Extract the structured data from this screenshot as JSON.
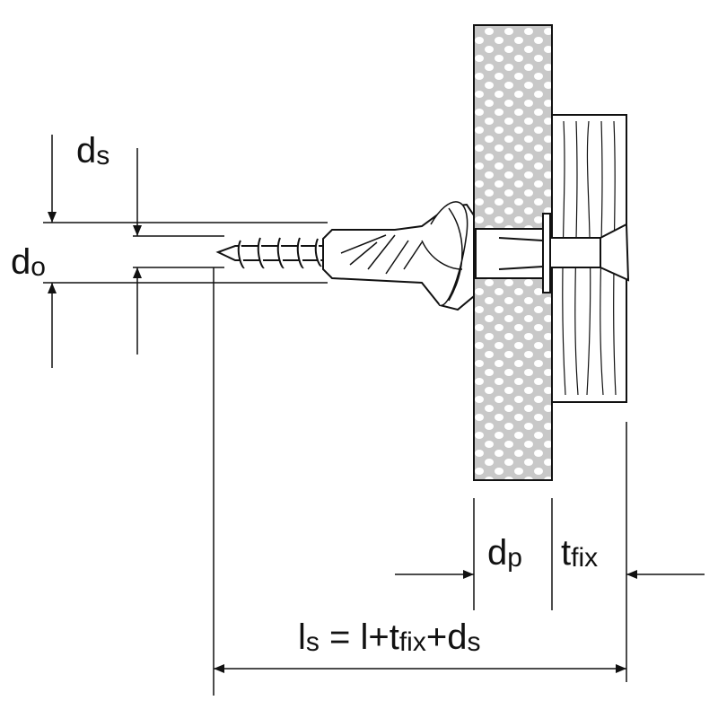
{
  "labels": {
    "ds_main": "d",
    "ds_sub": "s",
    "do_main": "d",
    "do_sub": "o",
    "dp_main": "d",
    "dp_sub": "p",
    "tfix_main": "t",
    "tfix_sub": "fix",
    "formula": {
      "l": "l",
      "s": "s",
      "eq": " = l+t",
      "fix": "fix",
      "plus_d": "+d",
      "s2": "s"
    }
  },
  "colors": {
    "line": "#111111",
    "plate": "#c8c8c8",
    "dots": "#ffffff"
  }
}
